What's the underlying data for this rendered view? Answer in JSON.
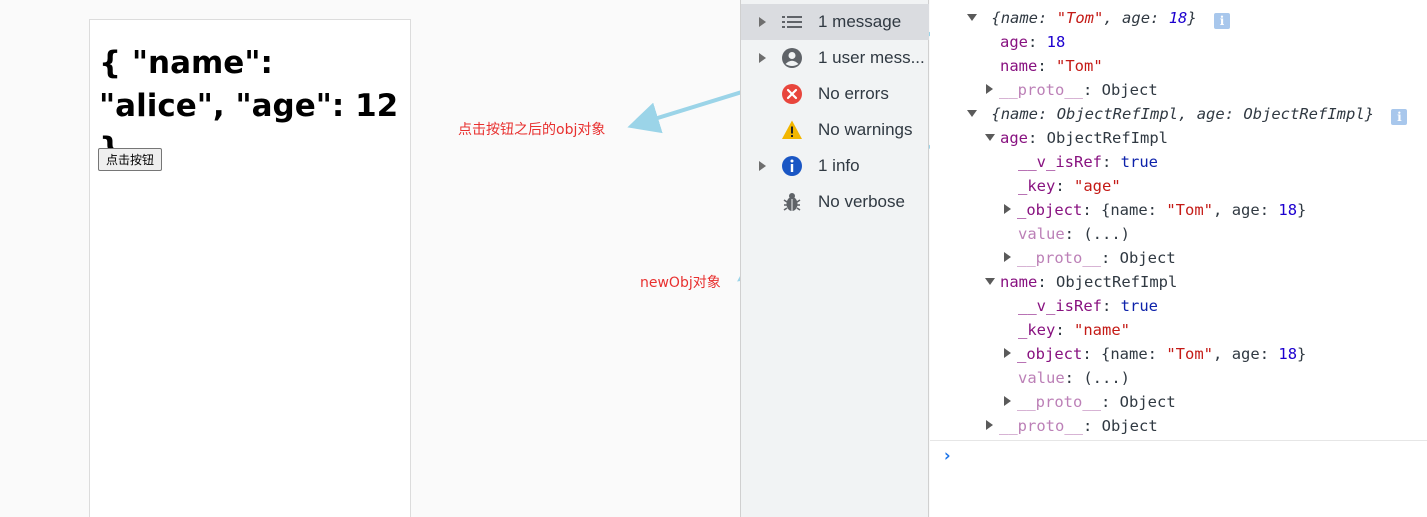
{
  "app": {
    "heading": "{ \"name\": \"alice\", \"age\": 12 }",
    "button_label": "点击按钮"
  },
  "annotations": {
    "after_click": "点击按钮之后的obj对象",
    "new_obj": "newObj对象",
    "color": "#e8302f",
    "arrow_color": "#9bd4e8"
  },
  "sidebar": {
    "items": [
      {
        "label": "1 message",
        "icon": "list-icon",
        "expandable": true,
        "selected": true
      },
      {
        "label": "1 user mess...",
        "icon": "user-icon",
        "expandable": true,
        "selected": false
      },
      {
        "label": "No errors",
        "icon": "error-icon",
        "expandable": false,
        "selected": false
      },
      {
        "label": "No warnings",
        "icon": "warning-icon",
        "expandable": false,
        "selected": false
      },
      {
        "label": "1 info",
        "icon": "info-icon",
        "expandable": true,
        "selected": false
      },
      {
        "label": "No verbose",
        "icon": "bug-icon",
        "expandable": false,
        "selected": false
      }
    ]
  },
  "console": {
    "obj_summary": {
      "open": "{",
      "k1": "name",
      "v1": "\"Tom\"",
      "sep": ", ",
      "k2": "age",
      "v2": "18",
      "close": "}"
    },
    "obj_age": {
      "key": "age",
      "value": "18"
    },
    "obj_name": {
      "key": "name",
      "value": "\"Tom\""
    },
    "proto_key": "__proto__",
    "proto_value": "Object",
    "newobj_summary": {
      "open": "{",
      "k1": "name",
      "v1": "ObjectRefImpl",
      "sep": ", ",
      "k2": "age",
      "v2": "ObjectRefImpl",
      "close": "}"
    },
    "ref_type": "ObjectRefImpl",
    "age_ref": {
      "key": "age",
      "v_isRef_key": "__v_isRef",
      "v_isRef_value": "true",
      "key_key": "_key",
      "key_value": "\"age\"",
      "object_key": "_object",
      "value_key": "value",
      "value_value": "(...)"
    },
    "name_ref": {
      "key": "name",
      "v_isRef_key": "__v_isRef",
      "v_isRef_value": "true",
      "key_key": "_key",
      "key_value": "\"name\"",
      "object_key": "_object",
      "value_key": "value",
      "value_value": "(...)"
    },
    "inner_object": {
      "open": "{",
      "k1": "name",
      "v1": "\"Tom\"",
      "sep": ", ",
      "k2": "age",
      "v2": "18",
      "close": "}"
    },
    "prompt": "›"
  }
}
